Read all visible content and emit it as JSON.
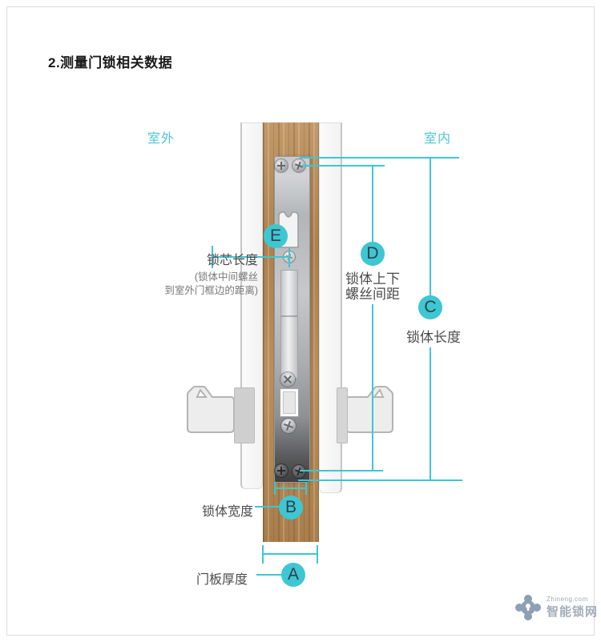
{
  "title": "2.测量门锁相关数据",
  "sides": {
    "outdoor": "室外",
    "indoor": "室内"
  },
  "colors": {
    "accent_teal": "#3EC6D2",
    "label_text": "#4B4B4D",
    "note_text": "#787878",
    "wood": "#B3895A",
    "plate_gray": "#B4B7BA"
  },
  "annotations": {
    "A": {
      "letter": "A",
      "label": "门板厚度"
    },
    "B": {
      "letter": "B",
      "label": "锁体宽度"
    },
    "C": {
      "letter": "C",
      "label": "锁体长度"
    },
    "D": {
      "letter": "D",
      "label_line1": "锁体上下",
      "label_line2": "螺丝间距"
    },
    "E": {
      "letter": "E",
      "label": "锁芯长度",
      "note_line1": "(锁体中间螺丝",
      "note_line2": "到室外门框边的距离)"
    }
  },
  "watermark": {
    "small_text": "Zhineng.com",
    "main_text": "智能锁网"
  }
}
